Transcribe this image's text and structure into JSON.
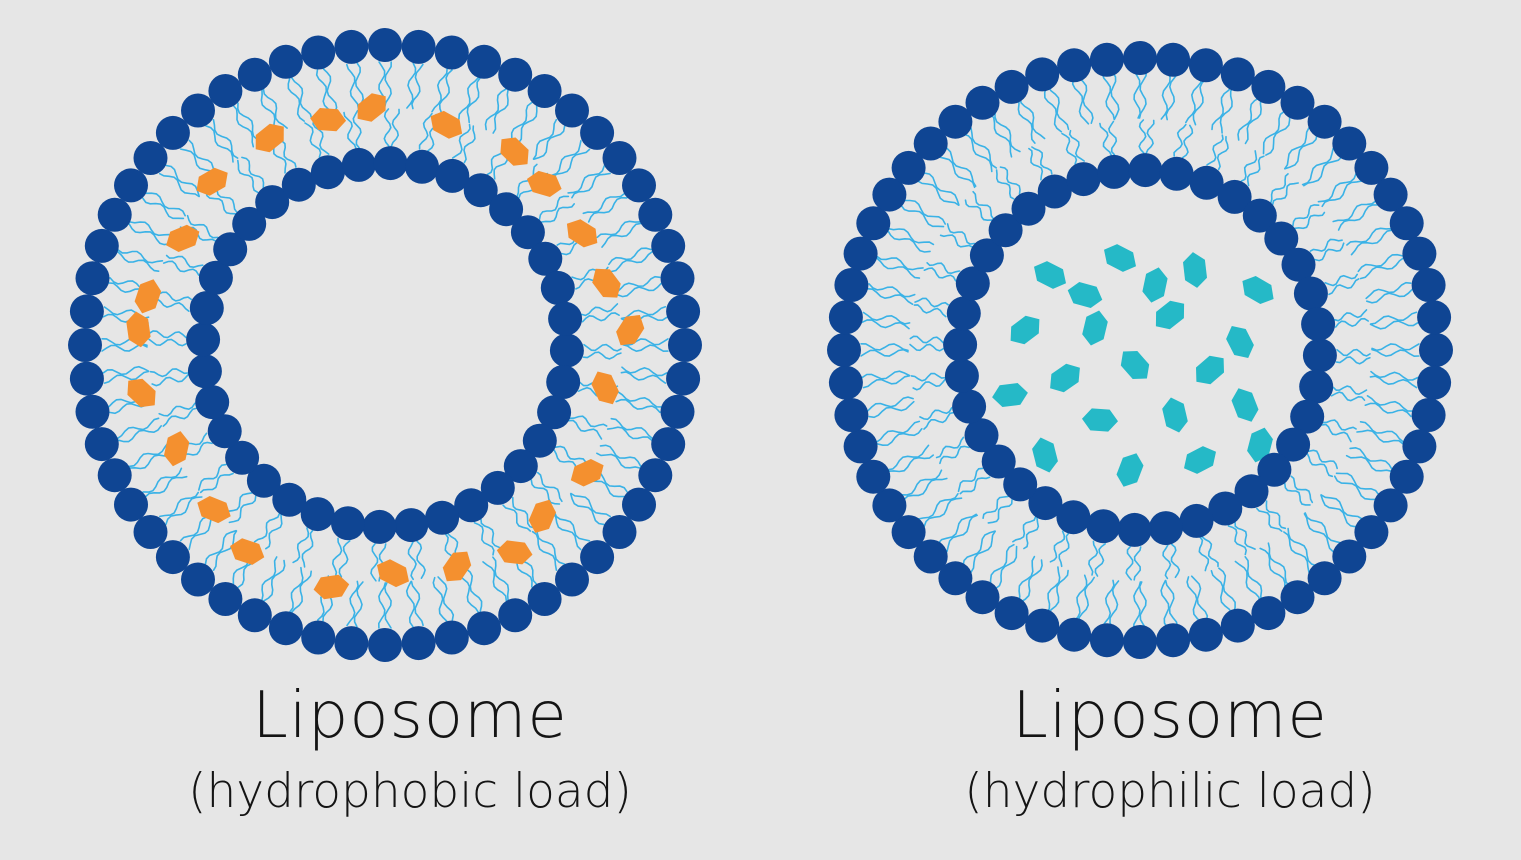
{
  "colors": {
    "background": "#e6e6e6",
    "phospholipid_head": "#0f4593",
    "lipid_tail": "#3ab2e6",
    "hydrophobic_drug": "#f4902f",
    "hydrophilic_drug": "#25b9c7",
    "text": "#141414"
  },
  "liposomes": [
    {
      "id": "hydrophobic",
      "title": "Liposome",
      "subtitle": "(hydrophobic load)",
      "load_location": "bilayer",
      "load_color_key": "hydrophobic_drug"
    },
    {
      "id": "hydrophilic",
      "title": "Liposome",
      "subtitle": "(hydrophilic load)",
      "load_location": "aqueous-core",
      "load_color_key": "hydrophilic_drug"
    }
  ]
}
